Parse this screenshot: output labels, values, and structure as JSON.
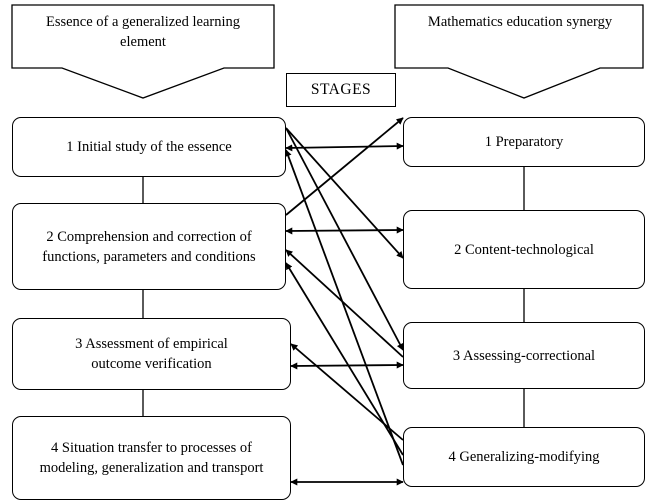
{
  "headers": {
    "left": "Essence of a generalized learning element",
    "right": "Mathematics education synergy"
  },
  "center_label": "STAGES",
  "left_stages": [
    "1 Initial study of the essence",
    "2 Comprehension and correction of functions, parameters and conditions",
    "3 Assessment of empirical outcome verification",
    "4 Situation transfer to processes of modeling, generalization and transport"
  ],
  "right_stages": [
    "1 Preparatory",
    "2 Content-technological",
    "3 Assessing-correctional",
    "4 Generalizing-modifying"
  ]
}
